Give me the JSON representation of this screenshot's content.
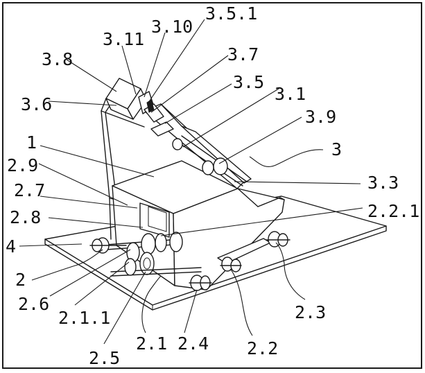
{
  "labels": [
    {
      "id": "l-3-5-1",
      "text": "3.5.1"
    },
    {
      "id": "l-3-10",
      "text": "3.10"
    },
    {
      "id": "l-3-11",
      "text": "3.11"
    },
    {
      "id": "l-3-7",
      "text": "3.7"
    },
    {
      "id": "l-3-8",
      "text": "3.8"
    },
    {
      "id": "l-3-5",
      "text": "3.5"
    },
    {
      "id": "l-3-1",
      "text": "3.1"
    },
    {
      "id": "l-3-6",
      "text": "3.6"
    },
    {
      "id": "l-3-9",
      "text": "3.9"
    },
    {
      "id": "l-1",
      "text": "1"
    },
    {
      "id": "l-3",
      "text": "3"
    },
    {
      "id": "l-2-9",
      "text": "2.9"
    },
    {
      "id": "l-3-3",
      "text": "3.3"
    },
    {
      "id": "l-2-7",
      "text": "2.7"
    },
    {
      "id": "l-2-2-1",
      "text": "2.2.1"
    },
    {
      "id": "l-2-8",
      "text": "2.8"
    },
    {
      "id": "l-4",
      "text": "4"
    },
    {
      "id": "l-2",
      "text": "2"
    },
    {
      "id": "l-2-6",
      "text": "2.6"
    },
    {
      "id": "l-2-3",
      "text": "2.3"
    },
    {
      "id": "l-2-1-1",
      "text": "2.1.1"
    },
    {
      "id": "l-2-1",
      "text": "2.1"
    },
    {
      "id": "l-2-4",
      "text": "2.4"
    },
    {
      "id": "l-2-2",
      "text": "2.2"
    },
    {
      "id": "l-2-5",
      "text": "2.5"
    }
  ]
}
